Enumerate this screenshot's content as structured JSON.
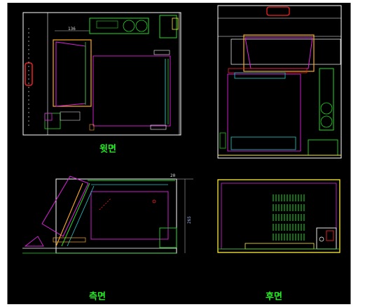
{
  "views": {
    "top": {
      "label": "윗면"
    },
    "front": {
      "label": ""
    },
    "side": {
      "label": "측면"
    },
    "back": {
      "label": "후면"
    }
  },
  "dimensions": {
    "top_width": "136",
    "side_depth_top": "20",
    "side_height": "265"
  },
  "colors": {
    "background": "#000000",
    "frame": "#ffffff",
    "outline_green": "#22dd22",
    "inner_magenta": "#dd22dd",
    "door_orange": "#ffaa22",
    "accent_yellow": "#ffee33",
    "panel_cyan": "#22cccc",
    "handle_red": "#ee2222",
    "label_green": "#22ee22"
  }
}
